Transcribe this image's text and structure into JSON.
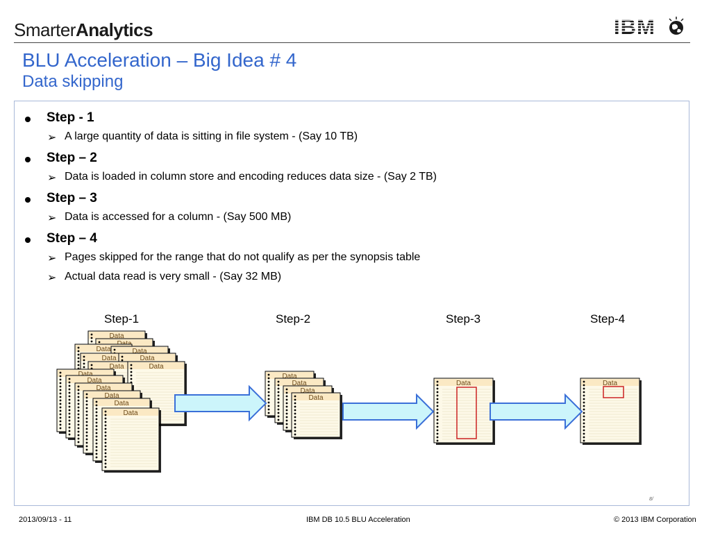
{
  "brand": {
    "thin": "Smarter",
    "bold": "Analytics"
  },
  "logo": {
    "text": "IBM",
    "icon": "globe-icon"
  },
  "title": "BLU Acceleration – Big Idea # 4",
  "subtitle": "Data skipping",
  "steps": [
    {
      "label": "Step - 1",
      "items": [
        "A large quantity of data is sitting in file system - (Say 10 TB)"
      ]
    },
    {
      "label": "Step – 2",
      "items": [
        "Data is loaded in column store and encoding reduces data size - (Say 2 TB)"
      ]
    },
    {
      "label": "Step – 3",
      "items": [
        "Data is accessed for a column - (Say 500 MB)"
      ]
    },
    {
      "label": "Step – 4",
      "items": [
        "Pages skipped for the range that do not qualify as per the synopsis table",
        "Actual data read is very small - (Say 32 MB)"
      ]
    }
  ],
  "diagram": {
    "stage_labels": [
      "Step-1",
      "Step-2",
      "Step-3",
      "Step-4"
    ],
    "page_label": "Data",
    "stage1_page_count": 14,
    "stage2_page_count": 4,
    "colors": {
      "arrow_fill": "#ccf5fb",
      "arrow_stroke": "#3a6fd8",
      "highlight": "#cc2222",
      "page_bg": "#fdf9e8",
      "page_header": "#fbe9c4"
    }
  },
  "footer": {
    "left": "2013/09/13 - 11",
    "center": "IBM DB 10.5 BLU Acceleration",
    "right": "© 2013 IBM Corporation",
    "mark": "8/"
  }
}
